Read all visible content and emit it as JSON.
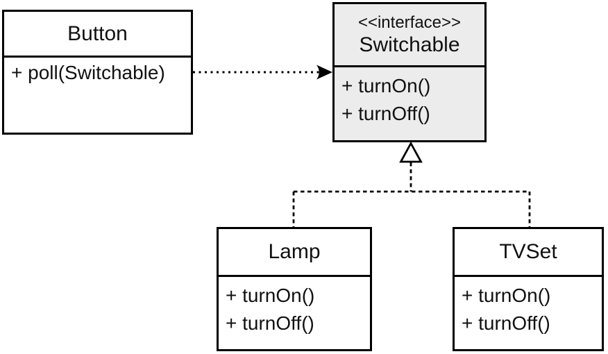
{
  "diagram": {
    "classes": {
      "button": {
        "title": "Button",
        "methods": [
          "+ poll(Switchable)"
        ]
      },
      "switchable": {
        "stereotype": "<<interface>>",
        "title": "Switchable",
        "methods": [
          "+ turnOn()",
          "+ turnOff()"
        ]
      },
      "lamp": {
        "title": "Lamp",
        "methods": [
          "+ turnOn()",
          "+ turnOff()"
        ]
      },
      "tvset": {
        "title": "TVSet",
        "methods": [
          "+ turnOn()",
          "+ turnOff()"
        ]
      }
    },
    "relationships": [
      {
        "type": "dependency",
        "from": "Button",
        "to": "Switchable",
        "line": "dotted",
        "arrowhead": "solid-barb"
      },
      {
        "type": "realization",
        "from": "Lamp",
        "to": "Switchable",
        "line": "dashed",
        "arrowhead": "hollow-triangle"
      },
      {
        "type": "realization",
        "from": "TVSet",
        "to": "Switchable",
        "line": "dashed",
        "arrowhead": "hollow-triangle"
      }
    ],
    "colors": {
      "border": "#000000",
      "interface_fill": "#ececec",
      "class_fill": "#ffffff",
      "canvas_bg": "#ffffff",
      "text": "#111111"
    }
  }
}
